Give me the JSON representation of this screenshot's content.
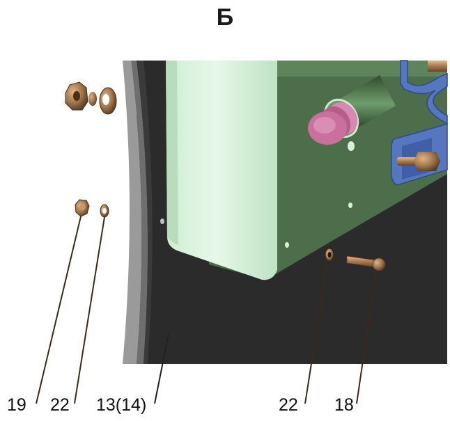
{
  "view_label": "Б",
  "callouts": [
    {
      "id": "c19a",
      "text": "19"
    },
    {
      "id": "c22a",
      "text": "22"
    },
    {
      "id": "c13",
      "text": "13(14)"
    },
    {
      "id": "c22b",
      "text": "22"
    },
    {
      "id": "c18",
      "text": "18"
    }
  ],
  "colors": {
    "panel_dark": "#2c2c2c",
    "panel_light": "#d9f2dc",
    "bracket_green": "#4a6a49",
    "part_bronze": "#9c7248",
    "cap_pink": "#c9709d",
    "bracket_blue": "#5676bd",
    "frame_white": "#ffffff",
    "frame_edge": "#8e8e8e"
  }
}
